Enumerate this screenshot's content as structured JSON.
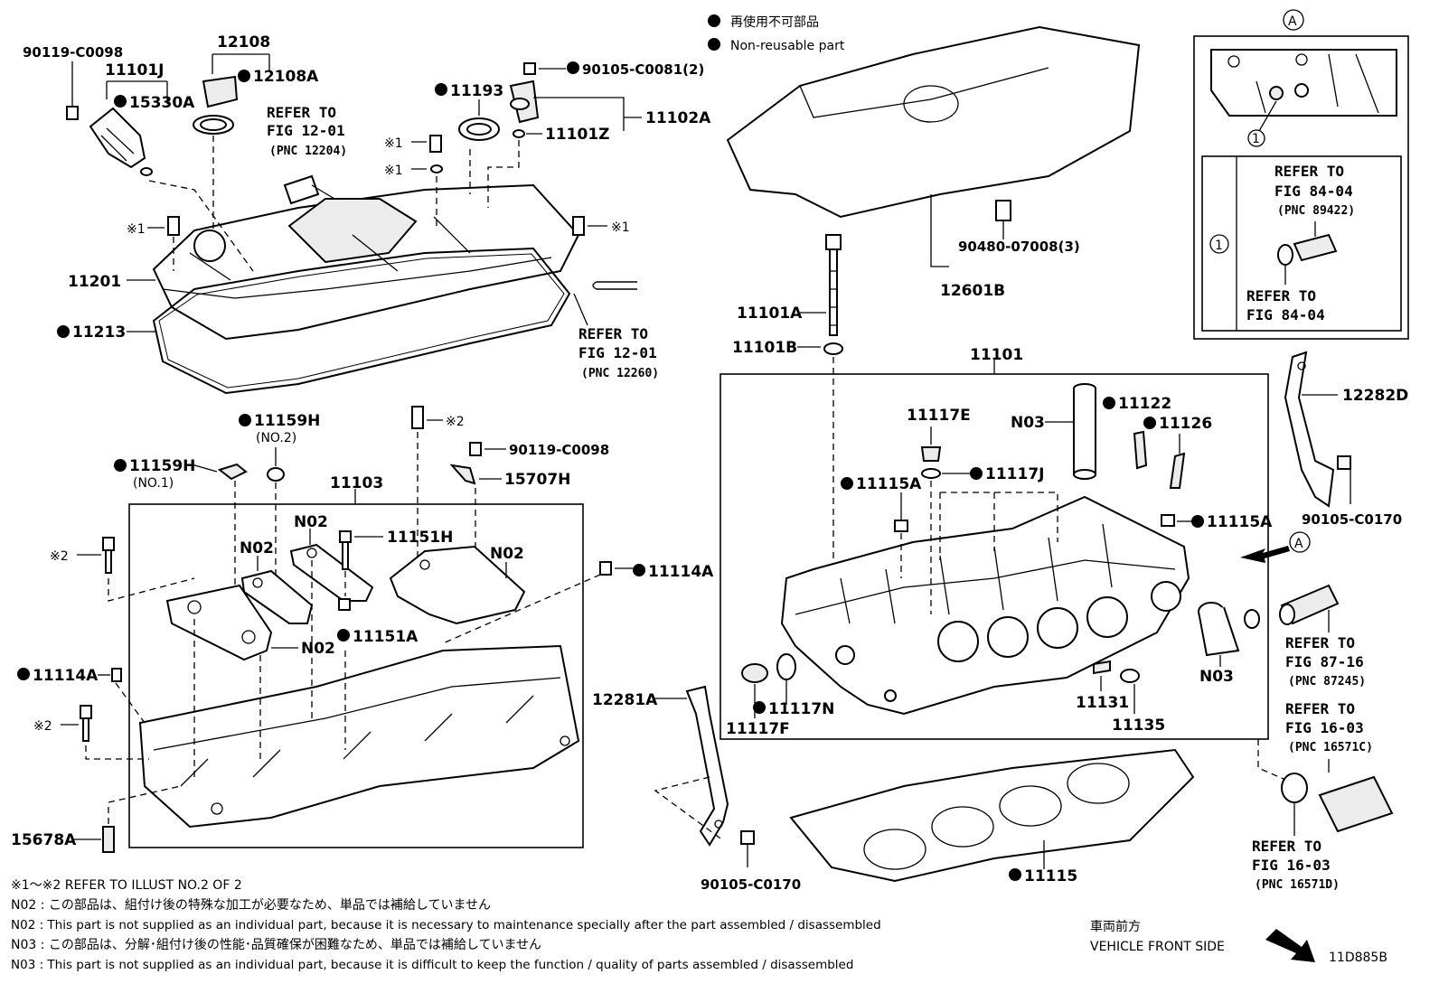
{
  "legend": {
    "nonreusable_jp": "再使用不可部品",
    "nonreusable_en": "Non-reusable part"
  },
  "labels": {
    "p90119_c0098_top": "90119-C0098",
    "p12108": "12108",
    "p12108A": "12108A",
    "p11101J": "11101J",
    "p15330A": "15330A",
    "refer_12204_1": "REFER TO",
    "refer_12204_2": "FIG 12-01",
    "refer_12204_3": "(PNC 12204)",
    "p11193": "11193",
    "p90105_c0081": "90105-C0081(2)",
    "p11101Z": "11101Z",
    "p11102A": "11102A",
    "mark1_a": "※1",
    "mark1_b": "※1",
    "mark1_c": "※1",
    "mark1_d": "※1",
    "p11201": "11201",
    "p11213": "11213",
    "refer_12260_1": "REFER TO",
    "refer_12260_2": "FIG 12-01",
    "refer_12260_3": "(PNC 12260)",
    "p90480": "90480-07008(3)",
    "p12601B": "12601B",
    "p11101A": "11101A",
    "p11101B": "11101B",
    "p11101": "11101",
    "p11159H_no2": "11159H",
    "no2_note": "(NO.2)",
    "mark2_a": "※2",
    "p90119_c0098_mid": "90119-C0098",
    "p15707H": "15707H",
    "p11159H_no1": "11159H",
    "no1_note": "(NO.1)",
    "p11103": "11103",
    "mark2_b": "※2",
    "n02_a": "N02",
    "n02_b": "N02",
    "n02_c": "N02",
    "n02_d": "N02",
    "p11151H": "11151H",
    "p11151A": "11151A",
    "p11114A_r": "11114A",
    "p11114A_l": "11114A",
    "mark2_c": "※2",
    "p15678A": "15678A",
    "p11117E": "11117E",
    "n03_a": "N03",
    "p11122": "11122",
    "p11126": "11126",
    "p11115A_l": "11115A",
    "p11117J": "11117J",
    "p11115A_r": "11115A",
    "p12282D": "12282D",
    "p90105_c0170_r": "90105-C0170",
    "ref_a_arrow": "A",
    "p12281A": "12281A",
    "p11117N": "11117N",
    "p11117F": "11117F",
    "p11131": "11131",
    "p11135": "11135",
    "n03_b": "N03",
    "refer_87245_1": "REFER TO",
    "refer_87245_2": "FIG 87-16",
    "refer_87245_3": "(PNC 87245)",
    "refer_16571c_1": "REFER TO",
    "refer_16571c_2": "FIG 16-03",
    "refer_16571c_3": "(PNC 16571C)",
    "refer_16571d_1": "REFER TO",
    "refer_16571d_2": "FIG 16-03",
    "refer_16571d_3": "(PNC 16571D)",
    "p11115": "11115",
    "p90105_c0170_b": "90105-C0170",
    "inset_a": "A",
    "inset_1": "1",
    "inset_1_b": "1",
    "refer_89422_1": "REFER TO",
    "refer_89422_2": "FIG 84-04",
    "refer_89422_3": "(PNC 89422)",
    "refer_8404_1": "REFER TO",
    "refer_8404_2": "FIG 84-04"
  },
  "notes": {
    "line1": "※1～※2  REFER TO ILLUST NO.2 OF 2",
    "line2": "N02 : この部品は、組付け後の特殊な加工が必要なため、単品では補給していません",
    "line3": "N02 : This part is not supplied as an individual part, because it is necessary to maintenance specially after the part assembled / disassembled",
    "line4": "N03 : この部品は、分解･組付け後の性能･品質確保が困難なため、単品では補給していません",
    "line5": "N03 : This part is not supplied as an individual part, because it is difficult to keep the function / quality of parts  assembled / disassembled"
  },
  "vehicle_front": {
    "jp": "車両前方",
    "en": "VEHICLE FRONT SIDE"
  },
  "diagram_code": "11D885B"
}
